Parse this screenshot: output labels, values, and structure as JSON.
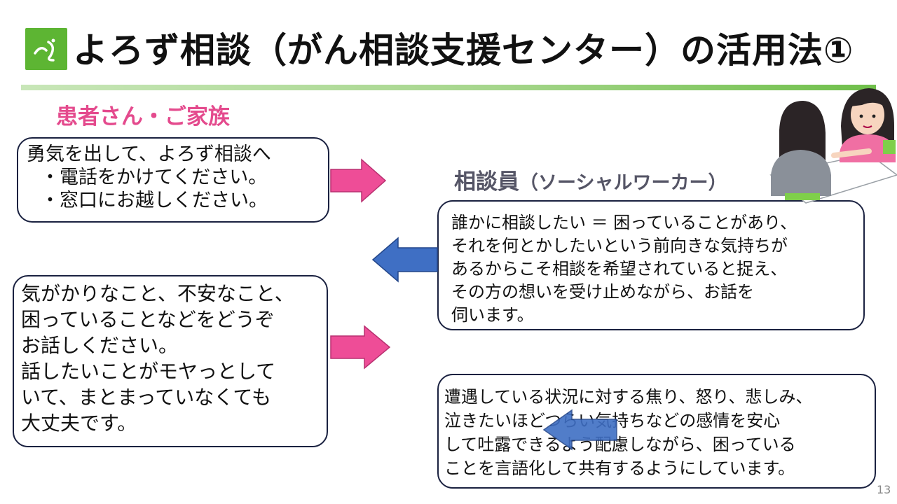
{
  "slide": {
    "title": "よろず相談（がん相談支援センター）の活用法①",
    "page_number": "13",
    "accent_green": "#5db533",
    "patient_color": "#e44a8d",
    "pink_arrow_color": "#ee4d97",
    "blue_arrow_color": "#3f6fc4",
    "logo_icon": "speech-swirl-icon"
  },
  "patient": {
    "heading": "患者さん・ご家族",
    "box1": {
      "line1": "勇気を出して、よろず相談へ",
      "item1": "・電話をかけてください。",
      "item2": "・窓口にお越しください。"
    },
    "box2": {
      "line1": "気がかりなこと、不安なこと、",
      "line2": "困っていることなどをどうぞ",
      "line3": "お話しください。",
      "line4": "話したいことがモヤっとして",
      "line5": "いて、まとまっていなくても",
      "line6": "大丈夫です。"
    }
  },
  "staff": {
    "heading": "相談員",
    "heading_paren": "（ソーシャルワーカー）",
    "box3": {
      "line1": "誰かに相談したい ＝ 困っていることがあり、",
      "line2": "それを何とかしたいという前向きな気持ちが",
      "line3": "あるからこそ相談を希望されていると捉え、",
      "line4": "その方の想いを受け止めながら、お話を",
      "line5": "伺います。"
    },
    "box4": {
      "line1": "遭遇している状況に対する焦り、怒り、悲しみ、",
      "line2": "泣きたいほどつらい気持ちなどの感情を安心",
      "line3": "して吐露できるよう配慮しながら、困っている",
      "line4": "ことを言語化して共有するようにしています。"
    }
  }
}
